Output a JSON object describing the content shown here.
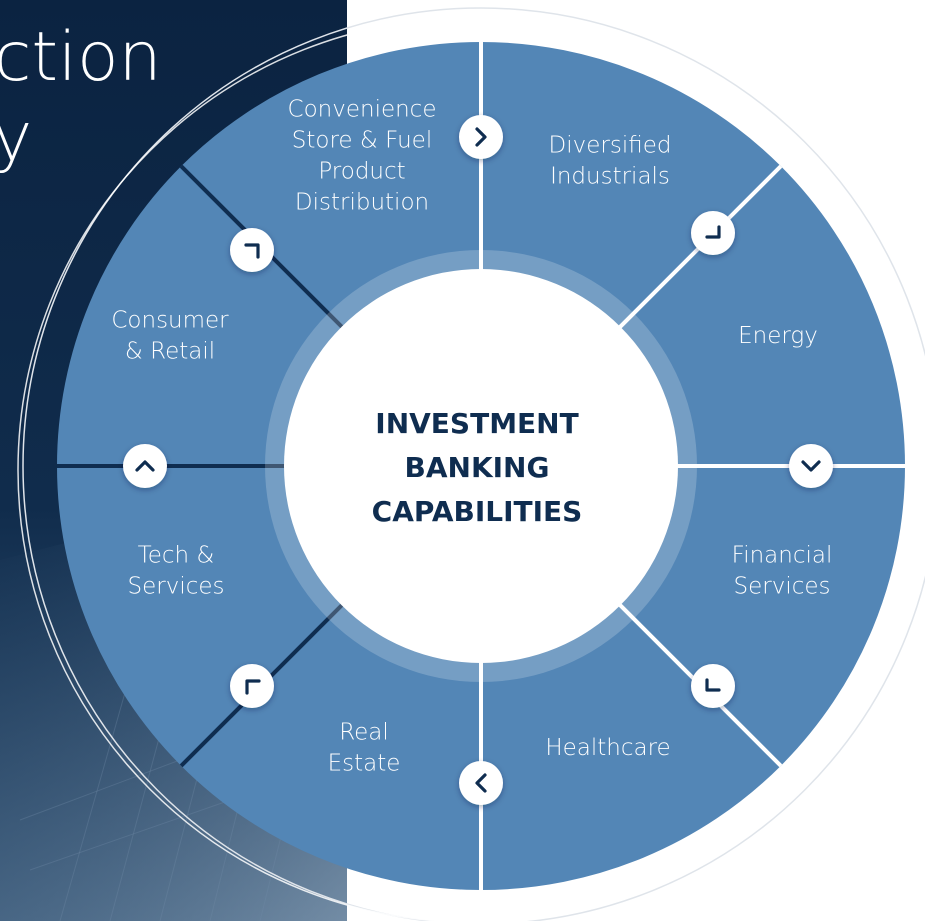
{
  "background": {
    "title_fragment": "ction",
    "title_fragment_2": "y",
    "colors": {
      "navy": "#0b2341",
      "slate": "#3d5d7d"
    }
  },
  "wheel": {
    "center_lines": [
      "INVESTMENT",
      "BANKING",
      "CAPABILITIES"
    ],
    "segment_color": "#5386b6",
    "center_color": "#ffffff",
    "center_text_color": "#0f2d50",
    "segments": [
      {
        "lines": [
          "Convenience",
          "Store & Fuel",
          "Product",
          "Distribution"
        ]
      },
      {
        "lines": [
          "Diversified",
          "Industrials"
        ]
      },
      {
        "lines": [
          "Energy"
        ]
      },
      {
        "lines": [
          "Financial",
          "Services"
        ]
      },
      {
        "lines": [
          "Healthcare"
        ]
      },
      {
        "lines": [
          "Real",
          "Estate"
        ]
      },
      {
        "lines": [
          "Tech &",
          "Services"
        ]
      },
      {
        "lines": [
          "Consumer",
          "& Retail"
        ]
      }
    ],
    "arrow_icons": [
      "chevron-right-icon",
      "corner-down-left-icon",
      "chevron-down-icon",
      "corner-down-right-icon",
      "chevron-left-icon",
      "corner-up-left-icon",
      "chevron-up-icon",
      "corner-up-right-icon"
    ]
  }
}
